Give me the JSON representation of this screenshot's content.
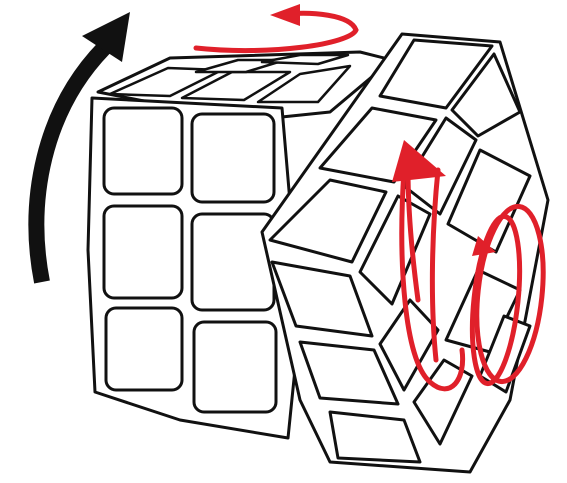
{
  "diagram": {
    "subject": "rubiks-cube-3x3",
    "stroke_color": "#111111",
    "face_color": "#ffffff",
    "annotations": [
      {
        "name": "black-arrow-cube-rotation",
        "color": "#111111",
        "direction": "up"
      },
      {
        "name": "red-arrow-top-layer-turn",
        "color": "#e0202a",
        "direction": "left"
      },
      {
        "name": "red-arrow-right-layer-turn",
        "color": "#e0202a",
        "direction": "up"
      },
      {
        "name": "red-loop-right-layer-spin",
        "color": "#e0202a",
        "direction": "clockwise"
      }
    ]
  }
}
